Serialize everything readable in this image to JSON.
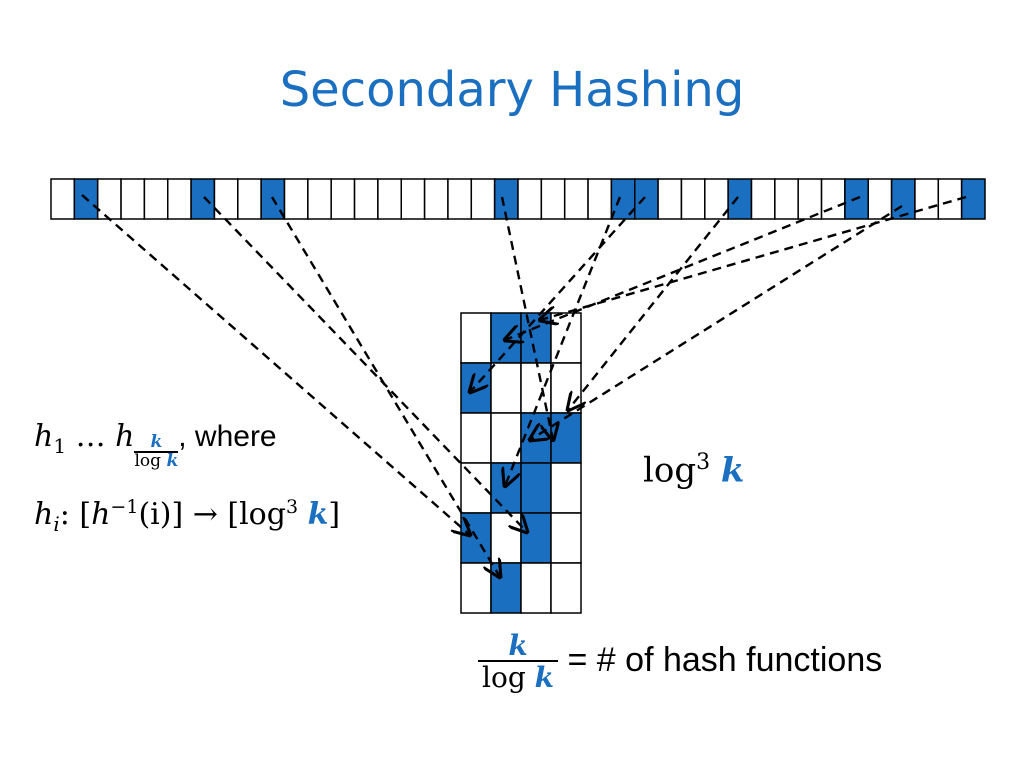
{
  "title": "Secondary Hashing",
  "colors": {
    "accent": "#1a6fc0",
    "cell_border": "#000000",
    "arrow": "#000000"
  },
  "top_array": {
    "cell_count": 40,
    "filled_cells": [
      1,
      6,
      9,
      19,
      24,
      25,
      29,
      34,
      36,
      39
    ]
  },
  "bucket_grid": {
    "rows": 6,
    "cols": 4,
    "filled_cells": [
      [
        0,
        1
      ],
      [
        0,
        2
      ],
      [
        1,
        0
      ],
      [
        2,
        2
      ],
      [
        2,
        3
      ],
      [
        3,
        1
      ],
      [
        3,
        2
      ],
      [
        4,
        0
      ],
      [
        4,
        2
      ],
      [
        5,
        1
      ]
    ]
  },
  "hash_functions_line": {
    "h": "h",
    "sub_1": "1",
    "dots": "…",
    "frac_num": "k",
    "frac_den_log": "log",
    "frac_den_k": "k",
    "where": ", where"
  },
  "hash_map_line": {
    "h": "h",
    "sub_i": "i",
    "colon": ": [",
    "inv_h": "h",
    "inv_sup": "−1",
    "inv_arg": "(i)",
    "arrow": "] → [log",
    "sup3": "3",
    "k": "k",
    "close": "]"
  },
  "bucket_size_label": {
    "log": "log",
    "sup": "3",
    "k": "k"
  },
  "count_label": {
    "frac_num": "k",
    "frac_den_log": "log",
    "frac_den_k": "k",
    "text": " = # of hash functions"
  }
}
